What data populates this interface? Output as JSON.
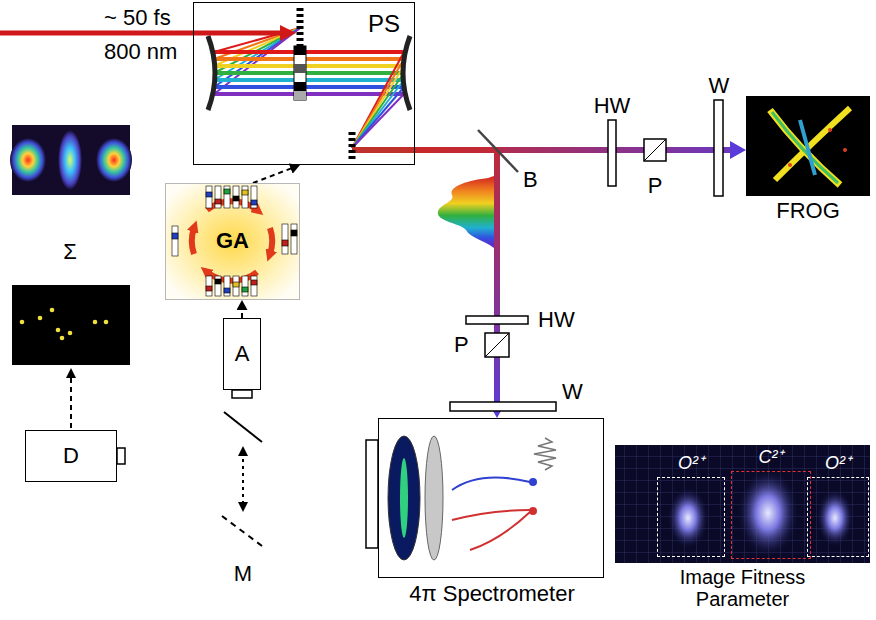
{
  "diagram": {
    "nodes": [
      {
        "text": [
          "PS"
        ]
      },
      {
        "text": [
          "GA"
        ]
      },
      {
        "text": [
          "A"
        ]
      },
      {
        "text": [
          "D"
        ]
      },
      {
        "text": [
          "FROG"
        ]
      },
      {
        "text": [
          "4π Spectrometer"
        ]
      },
      {
        "text": [
          "Image Fitness Parameter"
        ]
      },
      {
        "text": [
          "O²⁺"
        ],
        "in": 6
      },
      {
        "text": [
          "C²⁺"
        ],
        "in": 6
      },
      {
        "text": [
          "O²⁺"
        ],
        "in": 6
      }
    ],
    "edges": [
      {
        "from": 1,
        "to": 0,
        "arrow": "to"
      },
      {
        "from": 2,
        "to": 1,
        "arrow": "to"
      },
      {
        "from": 0,
        "to": 4,
        "arrow": "to"
      },
      {
        "from": 0,
        "to": 5,
        "arrow": "to"
      }
    ],
    "labels": [
      "~ 50 fs",
      "800 nm",
      "B",
      "HW",
      "P",
      "W",
      "HW",
      "P",
      "W",
      "Σ",
      "M"
    ]
  }
}
